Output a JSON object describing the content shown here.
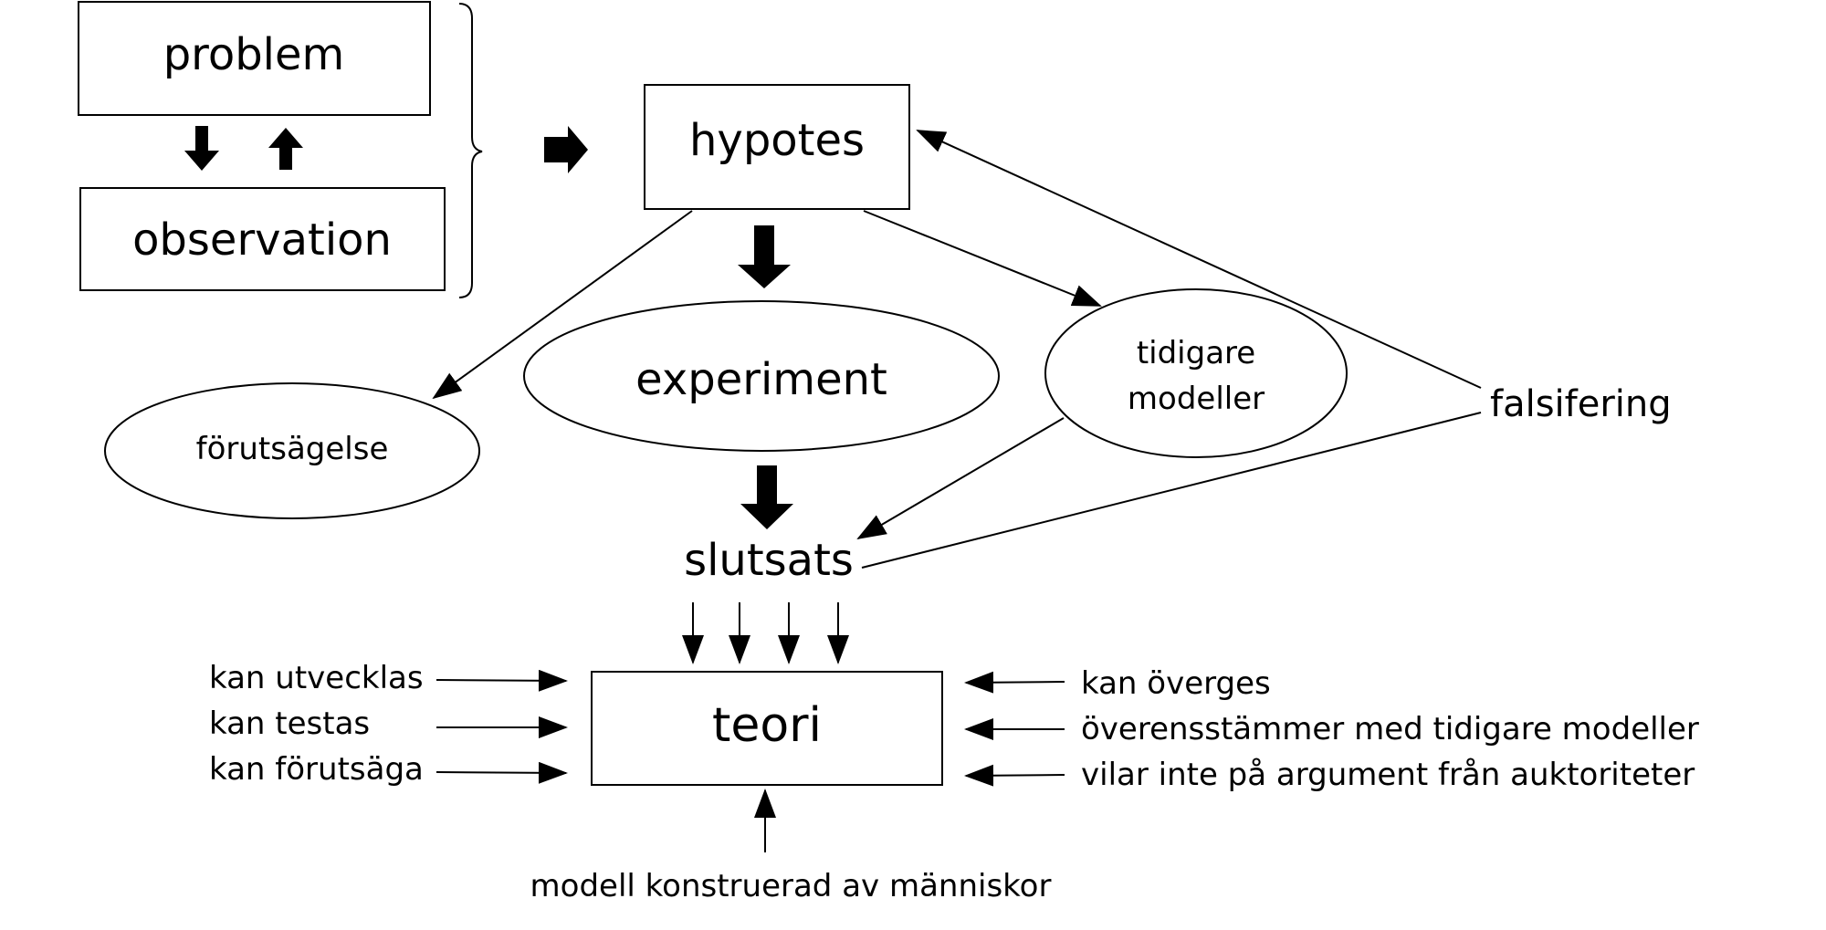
{
  "nodes": {
    "problem": "problem",
    "observation": "observation",
    "hypotes": "hypotes",
    "experiment": "experiment",
    "forutsagelse": "förutsägelse",
    "tidigare_line1": "tidigare",
    "tidigare_line2": "modeller",
    "falsifiering": "falsifering",
    "slutsats": "slutsats",
    "teori": "teori"
  },
  "left_properties": [
    "kan utvecklas",
    "kan testas",
    "kan förutsäga"
  ],
  "right_properties": [
    "kan överges",
    "överensstämmer med tidigare modeller",
    "vilar inte på argument från auktoriteter"
  ],
  "bottom_label": "modell konstruerad av människor",
  "colors": {
    "stroke": "#000000",
    "background": "#ffffff"
  }
}
